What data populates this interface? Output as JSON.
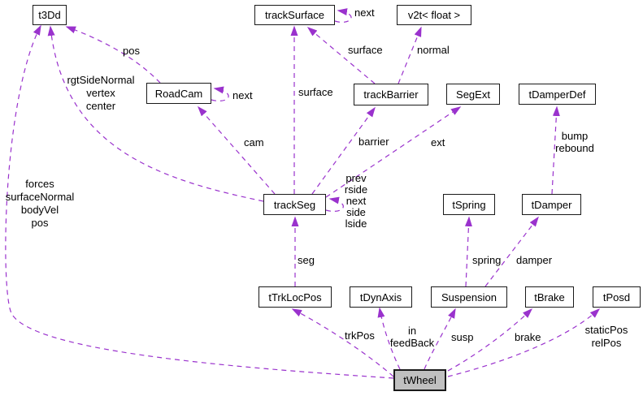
{
  "colors": {
    "edge": "#9a32cd",
    "node_border": "#1a1a1a",
    "node_fill": "#ffffff",
    "highlight_fill": "#c0c0c0",
    "text": "#000000"
  },
  "nodes": [
    {
      "id": "t3Dd",
      "label": "t3Dd",
      "highlight": false
    },
    {
      "id": "trackSurface",
      "label": "trackSurface",
      "highlight": false
    },
    {
      "id": "v2t",
      "label": "v2t< float >",
      "highlight": false
    },
    {
      "id": "RoadCam",
      "label": "RoadCam",
      "highlight": false
    },
    {
      "id": "trackBarrier",
      "label": "trackBarrier",
      "highlight": false
    },
    {
      "id": "SegExt",
      "label": "SegExt",
      "highlight": false
    },
    {
      "id": "tDamperDef",
      "label": "tDamperDef",
      "highlight": false
    },
    {
      "id": "trackSeg",
      "label": "trackSeg",
      "highlight": false
    },
    {
      "id": "tSpring",
      "label": "tSpring",
      "highlight": false
    },
    {
      "id": "tDamper",
      "label": "tDamper",
      "highlight": false
    },
    {
      "id": "tTrkLocPos",
      "label": "tTrkLocPos",
      "highlight": false
    },
    {
      "id": "tDynAxis",
      "label": "tDynAxis",
      "highlight": false
    },
    {
      "id": "Suspension",
      "label": "Suspension",
      "highlight": false
    },
    {
      "id": "tBrake",
      "label": "tBrake",
      "highlight": false
    },
    {
      "id": "tPosd",
      "label": "tPosd",
      "highlight": false
    },
    {
      "id": "tWheel",
      "label": "tWheel",
      "highlight": true
    }
  ],
  "edges": [
    {
      "from": "RoadCam",
      "to": "t3Dd",
      "label": "pos"
    },
    {
      "from": "trackSeg",
      "to": "t3Dd",
      "label": "rgtSideNormal\nvertex\ncenter"
    },
    {
      "from": "tWheel",
      "to": "t3Dd",
      "label": "forces\nsurfaceNormal\nbodyVel\npos"
    },
    {
      "from": "trackSurface",
      "to": "trackSurface",
      "label": "next"
    },
    {
      "from": "RoadCam",
      "to": "RoadCam",
      "label": "next"
    },
    {
      "from": "trackSeg",
      "to": "trackSurface",
      "label": "surface"
    },
    {
      "from": "trackBarrier",
      "to": "trackSurface",
      "label": "surface"
    },
    {
      "from": "trackBarrier",
      "to": "v2t",
      "label": "normal"
    },
    {
      "from": "trackSeg",
      "to": "RoadCam",
      "label": "cam"
    },
    {
      "from": "trackSeg",
      "to": "trackBarrier",
      "label": "barrier"
    },
    {
      "from": "trackSeg",
      "to": "SegExt",
      "label": "ext"
    },
    {
      "from": "tDamper",
      "to": "tDamperDef",
      "label": "bump\nrebound"
    },
    {
      "from": "trackSeg",
      "to": "trackSeg",
      "label": "prev\nrside\nnext\nside\nlside"
    },
    {
      "from": "tTrkLocPos",
      "to": "trackSeg",
      "label": "seg"
    },
    {
      "from": "Suspension",
      "to": "tSpring",
      "label": "spring"
    },
    {
      "from": "Suspension",
      "to": "tDamper",
      "label": "damper"
    },
    {
      "from": "tWheel",
      "to": "tTrkLocPos",
      "label": "trkPos"
    },
    {
      "from": "tWheel",
      "to": "tDynAxis",
      "label": "in\nfeedBack"
    },
    {
      "from": "tWheel",
      "to": "Suspension",
      "label": "susp"
    },
    {
      "from": "tWheel",
      "to": "tBrake",
      "label": "brake"
    },
    {
      "from": "tWheel",
      "to": "tPosd",
      "label": "staticPos\nrelPos"
    }
  ]
}
